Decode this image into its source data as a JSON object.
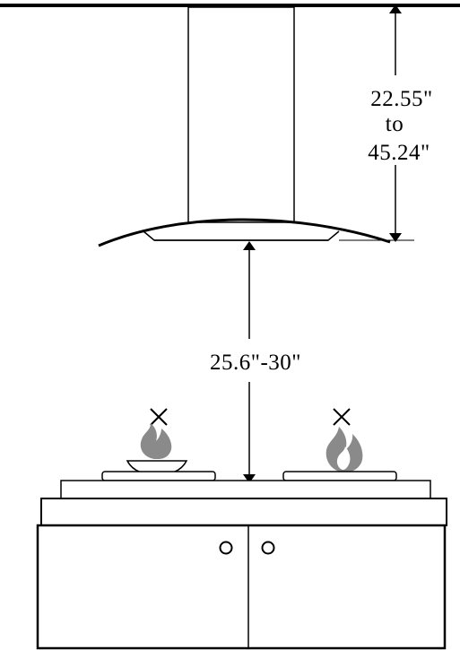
{
  "dimensions": {
    "hood_height_line1": "22.55\"",
    "hood_height_line2": "to",
    "hood_height_line3": "45.24\"",
    "clearance": "25.6\"-30\""
  },
  "icons": {
    "burner_left": "cross-mark-icon",
    "burner_right": "cross-mark-icon",
    "flame_left": "flame-icon",
    "flame_right": "flame-icon"
  },
  "colors": {
    "line": "#000000",
    "flame": "#8a8a8a",
    "background": "#ffffff"
  }
}
